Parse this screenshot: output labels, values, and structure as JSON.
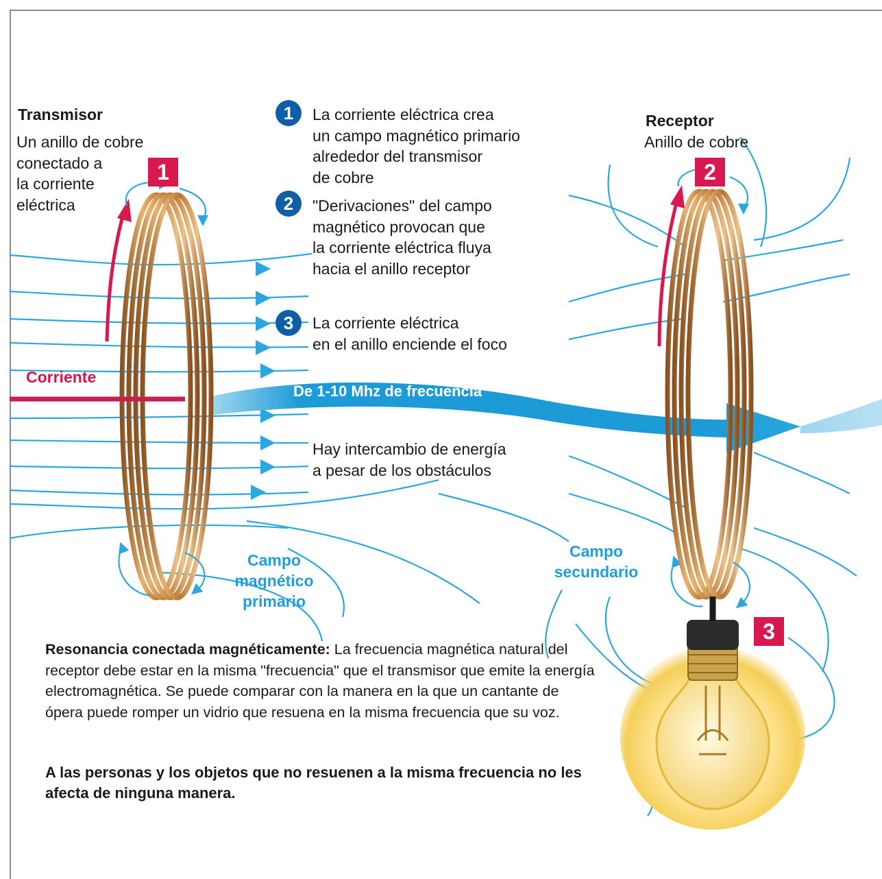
{
  "transmitter": {
    "title": "Transmisor",
    "desc_lines": [
      "Un anillo de cobre",
      "conectado a",
      "la corriente",
      "eléctrica"
    ],
    "badge": "1"
  },
  "receiver": {
    "title": "Receptor",
    "desc": "Anillo de cobre",
    "badge": "2"
  },
  "bulb_badge": "3",
  "steps": [
    {
      "num": "1",
      "lines": [
        "La corriente eléctrica crea",
        "un campo magnético primario",
        "alrededor del transmisor",
        "de cobre"
      ]
    },
    {
      "num": "2",
      "lines": [
        "\"Derivaciones\" del campo",
        "magnético provocan que",
        "la corriente eléctrica fluya",
        "hacia el anillo receptor"
      ]
    },
    {
      "num": "3",
      "lines": [
        "La corriente eléctrica",
        "en el anillo enciende el foco"
      ]
    }
  ],
  "current_label": "Corriente",
  "frequency_label": "De 1-10 Mhz de frecuencia",
  "exchange_lines": [
    "Hay intercambio de energía",
    "a pesar de los obstáculos"
  ],
  "primary_field_lines": [
    "Campo",
    "magnético",
    "primario"
  ],
  "secondary_field_lines": [
    "Campo",
    "secundario"
  ],
  "resonance": {
    "title": "Resonancia conectada magnéticamente:",
    "text": " La frecuencia magnética natural del receptor debe estar en la misma \"frecuencia\" que el transmisor que emite la energía electromagnética. Se puede comparar con la manera en la que un cantante de ópera puede romper un vidrio que resuena en la misma frecuencia que su voz."
  },
  "conclusion": "A las personas y los objetos que no resuenen a la misma frecuencia no les afecta de ninguna manera.",
  "colors": {
    "field_line": "#2aa7de",
    "arrow": "#1c9bd6",
    "red": "#d8194f",
    "copper": "#c8893e",
    "step_circle": "#0f5fa8"
  }
}
